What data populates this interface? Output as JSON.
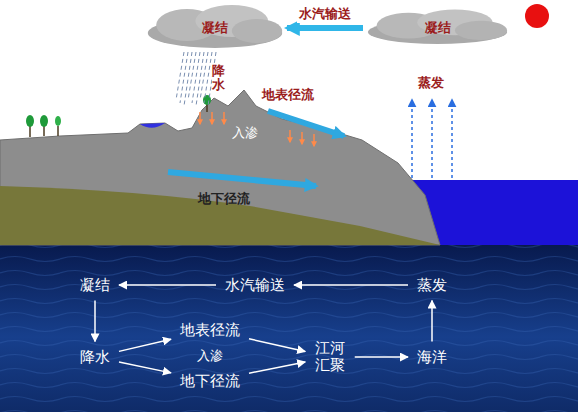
{
  "diagram": {
    "nodes": [
      {
        "text": [
          "凝结"
        ]
      },
      {
        "text": [
          "凝结"
        ]
      },
      {
        "text": [
          "凝结"
        ]
      },
      {
        "text": [
          "水汽输送"
        ]
      },
      {
        "text": [
          "蒸发"
        ]
      },
      {
        "text": [
          "降水"
        ]
      },
      {
        "text": [
          "地表径流"
        ]
      },
      {
        "text": [
          "地下径流"
        ]
      },
      {
        "text": [
          "江河 汇聚"
        ]
      },
      {
        "text": [
          "海洋"
        ]
      }
    ],
    "edges": [
      {
        "from": 1,
        "to": 0,
        "arrow": "to",
        "label": "水汽输送"
      },
      {
        "from": 4,
        "to": 3,
        "arrow": "to"
      },
      {
        "from": 3,
        "to": 2,
        "arrow": "to"
      },
      {
        "from": 2,
        "to": 5,
        "arrow": "to"
      },
      {
        "from": 5,
        "to": 6,
        "arrow": "to"
      },
      {
        "from": 5,
        "to": 7,
        "arrow": "to"
      },
      {
        "from": 6,
        "to": 8,
        "arrow": "to"
      },
      {
        "from": 7,
        "to": 8,
        "arrow": "to"
      },
      {
        "from": 8,
        "to": 9,
        "arrow": "to"
      },
      {
        "from": 9,
        "to": 4,
        "arrow": "to"
      }
    ],
    "labels": [
      "降水",
      "地表径流",
      "入渗",
      "地下径流",
      "蒸发",
      "入渗"
    ]
  }
}
